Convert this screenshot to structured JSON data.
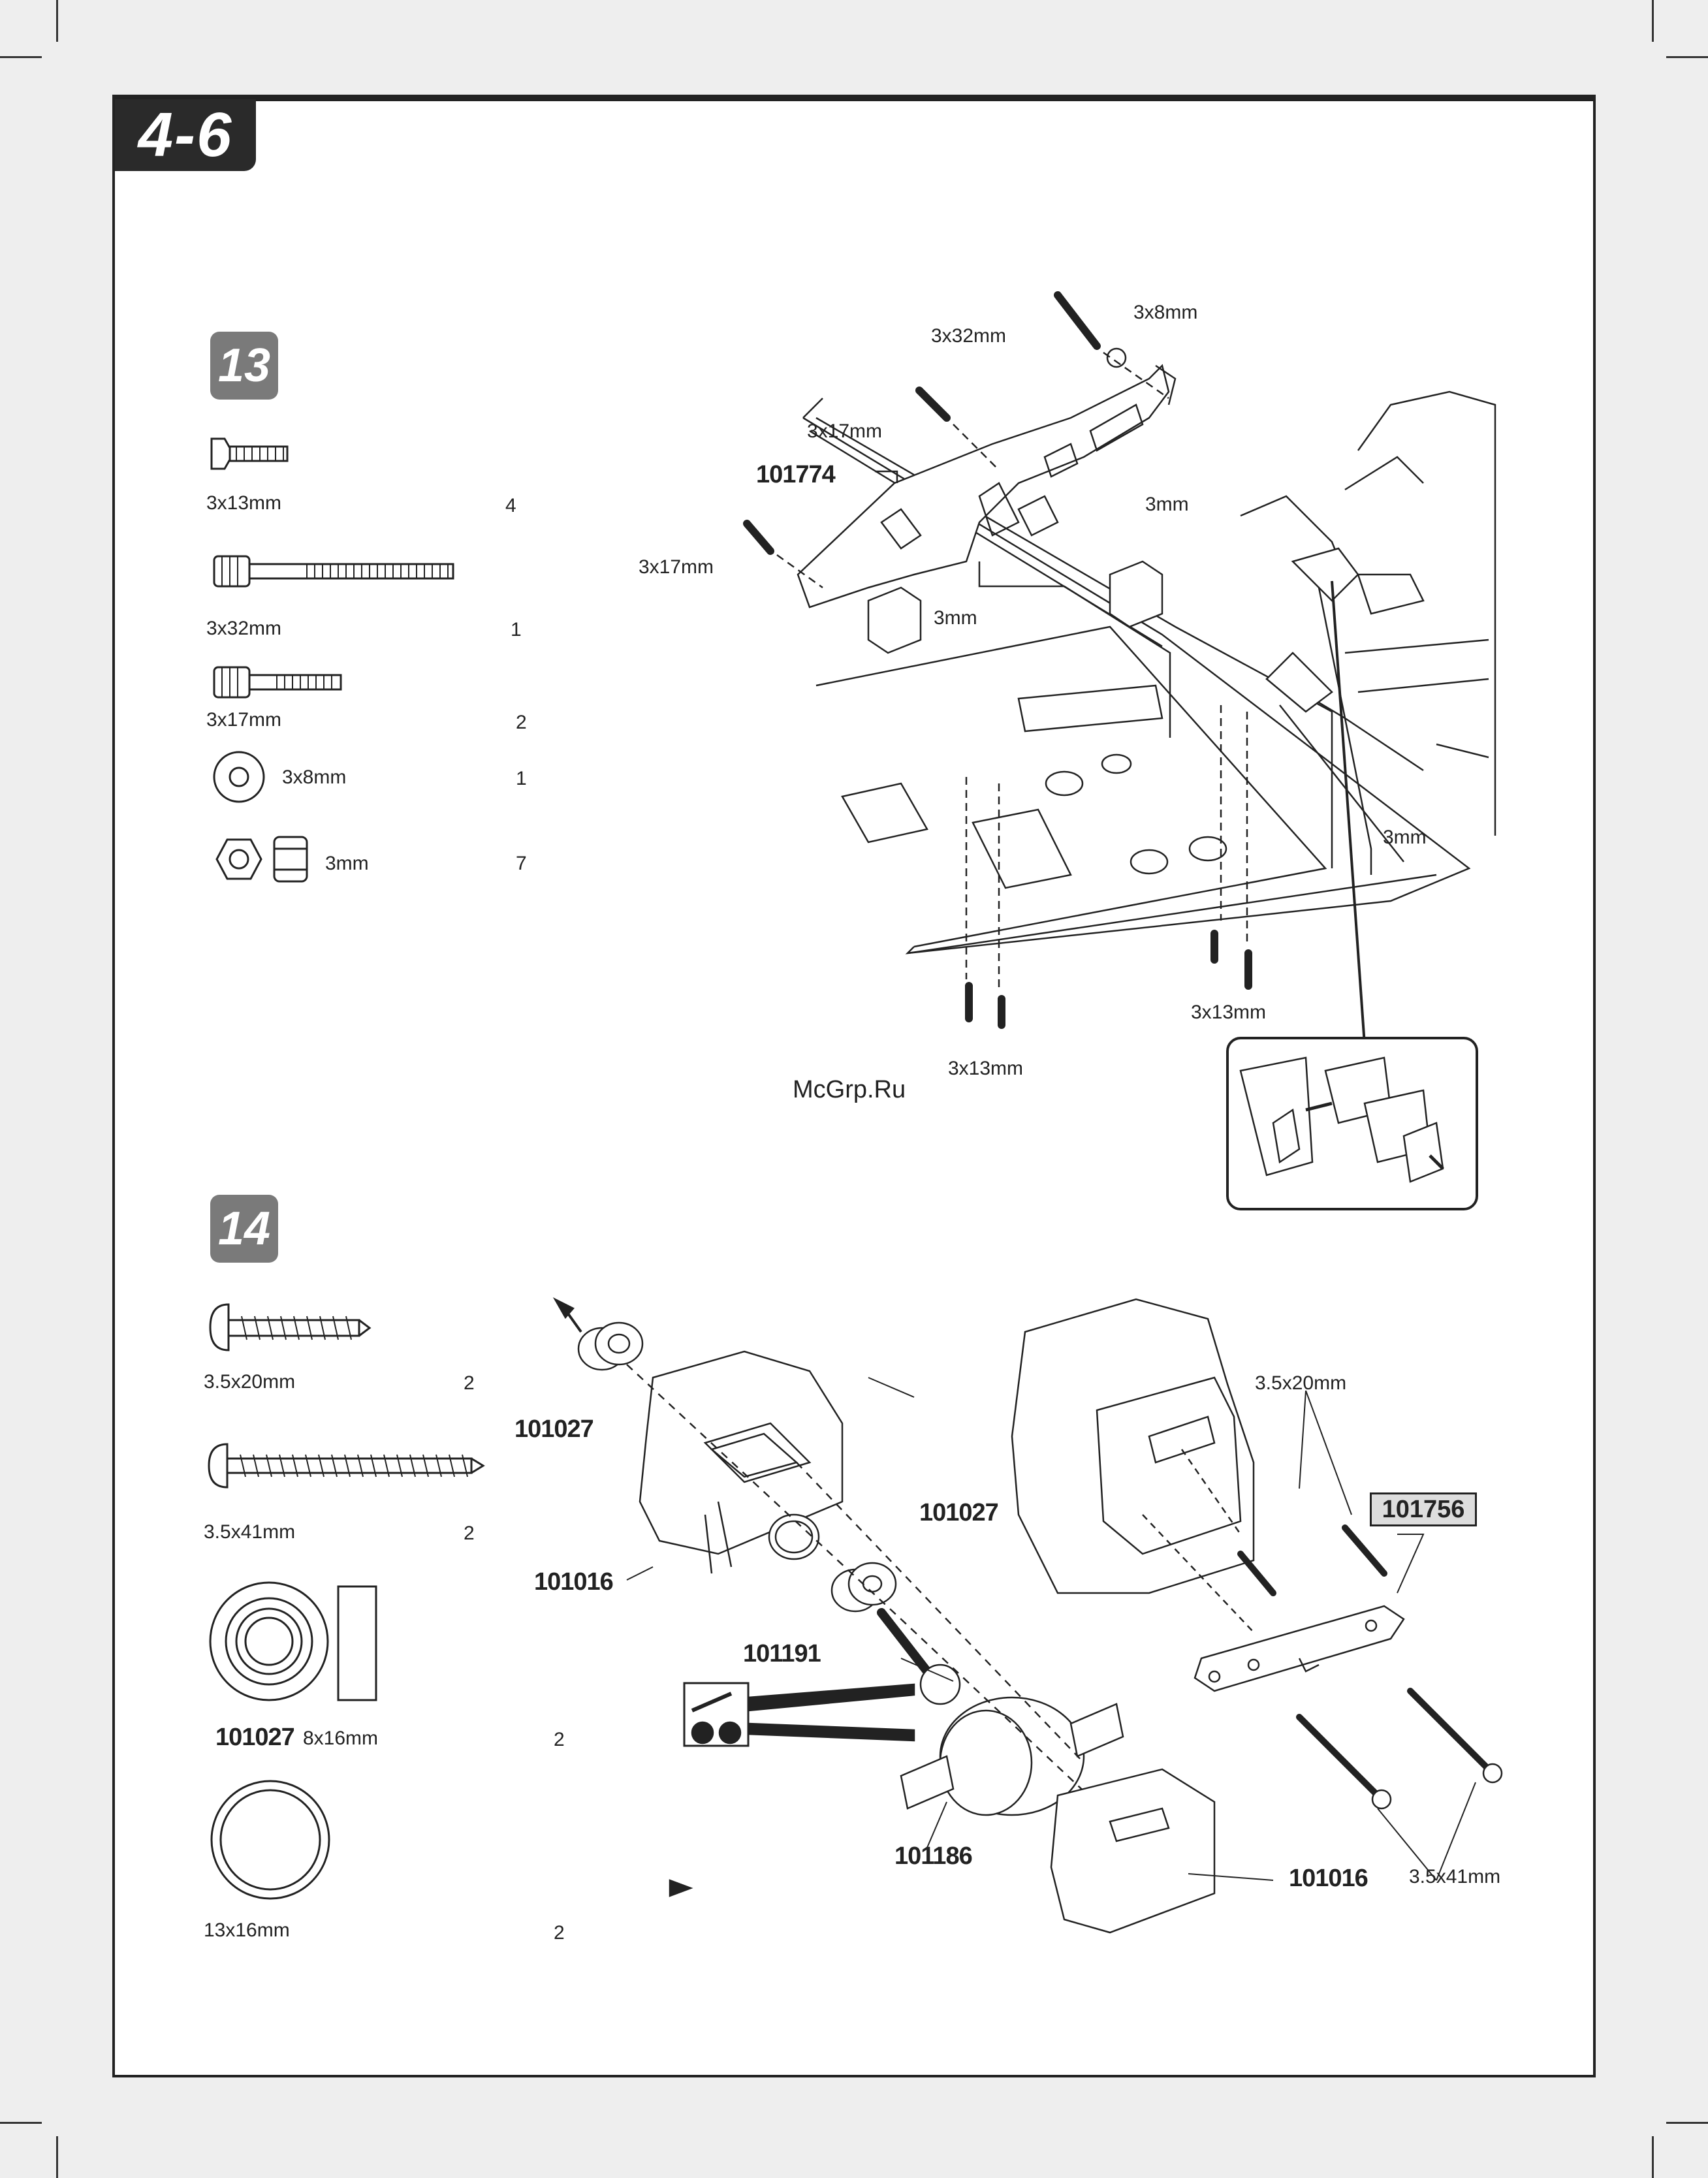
{
  "page": {
    "number": "4-6",
    "watermark": "McGrp.Ru"
  },
  "step13": {
    "badge": "13",
    "parts": [
      {
        "label": "3x13mm",
        "qty": "4"
      },
      {
        "label": "3x32mm",
        "qty": "1"
      },
      {
        "label": "3x17mm",
        "qty": "2"
      },
      {
        "label": "3x8mm",
        "qty": "1"
      },
      {
        "label": "3mm",
        "qty": "7"
      }
    ],
    "diagram": {
      "screw_top": "3x32mm",
      "washer": "3x8mm",
      "screw_mid": "3x17mm",
      "screw_left": "3x17mm",
      "part_plate": "101774",
      "nut_right": "3mm",
      "nut_left": "3mm",
      "nut_far": "3mm",
      "screws_right": "3x13mm",
      "screws_left": "3x13mm"
    }
  },
  "step14": {
    "badge": "14",
    "parts": [
      {
        "label": "3.5x20mm",
        "qty": "2"
      },
      {
        "label": "3.5x41mm",
        "qty": "2"
      },
      {
        "code": "101027",
        "label": "8x16mm",
        "qty": "2"
      },
      {
        "label": "13x16mm",
        "qty": "2"
      }
    ],
    "diagram": {
      "bearing_top": "101027",
      "bearing_mid": "101027",
      "case_top": "101016",
      "case_bottom": "101016",
      "pinion": "101191",
      "diff": "101186",
      "plate": "101756",
      "screw_short": "3.5x20mm",
      "screw_long": "3.5x41mm"
    }
  }
}
